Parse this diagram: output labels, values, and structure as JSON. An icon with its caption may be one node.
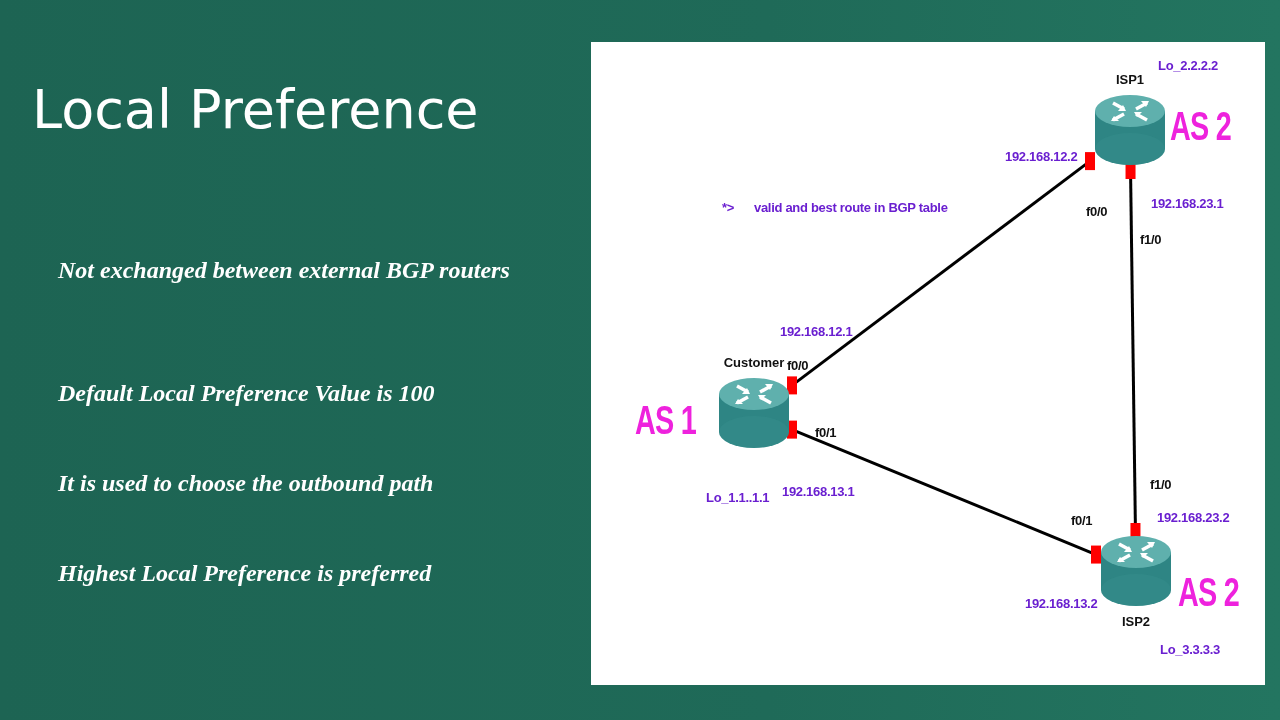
{
  "diagram": {
    "title": "Local Preference",
    "nodes": [
      {
        "text": [
          "ISP1"
        ],
        "beside": [
          "Lo_2.2.2.2",
          "AS 2"
        ]
      },
      {
        "text": [
          "Customer"
        ],
        "beside": [
          "AS 1",
          "Lo_1.1..1.1"
        ]
      },
      {
        "text": [
          "ISP2"
        ],
        "beside": [
          "AS 2",
          "Lo_3.3.3.3"
        ]
      }
    ],
    "edges": [
      {
        "from": 1,
        "to": 0,
        "arrow": "none"
      },
      {
        "from": 0,
        "to": 2,
        "arrow": "none"
      },
      {
        "from": 1,
        "to": 2,
        "arrow": "none"
      }
    ],
    "labels": [
      "Not exchanged between external BGP routers",
      "Default Local Preference Value is 100",
      "It is used to choose the outbound path",
      "Highest Local Preference is preferred",
      "*>",
      "valid and best route in BGP table",
      "192.168.12.2",
      "f0/0",
      "192.168.23.1",
      "f1/0",
      "192.168.12.1",
      "f0/0",
      "f0/1",
      "192.168.13.1",
      "f1/0",
      "192.168.23.2",
      "f0/1",
      "192.168.13.2"
    ]
  }
}
